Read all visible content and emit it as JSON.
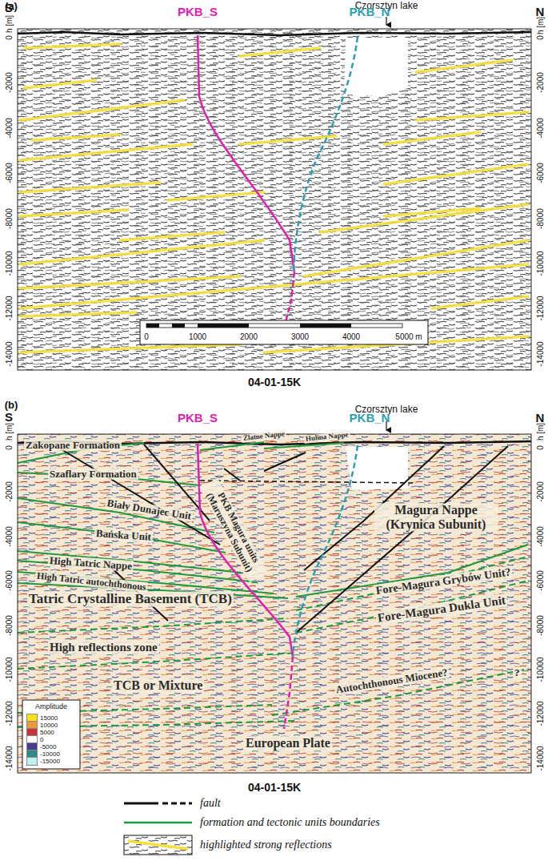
{
  "diagram": {
    "labels": [
      "(a)",
      "S",
      "PKB_S",
      "Czorsztyn lake",
      "PKB_N",
      "N",
      "h [m]",
      "h [m]",
      "0",
      "-2000",
      "-4000",
      "-6000",
      "-8000",
      "-10000",
      "-12000",
      "-14000",
      "0",
      "-2000",
      "-4000",
      "-6000",
      "-8000",
      "-10000",
      "-12000",
      "-14000",
      "0",
      "1000",
      "2000",
      "3000",
      "4000",
      "5000 m",
      "04-01-15K",
      "(b)",
      "S",
      "PKB_S",
      "Czorsztyn lake",
      "PKB_N",
      "N",
      "h [m]",
      "h [m]",
      "0",
      "-2000",
      "-4000",
      "-6000",
      "-8000",
      "-10000",
      "-12000",
      "-14000",
      "0",
      "-2000",
      "-4000",
      "-6000",
      "-8000",
      "-10000",
      "-12000",
      "-14000",
      "Zakopane Formation",
      "Szaflary Formation",
      "Zlatne Nappe",
      "Hulina Nappe",
      "Biały Dunajec Unit",
      "Bańska Unit",
      "High Tatric Nappe",
      "High Tatric autochthonous",
      "PKB Magura units (Maruszyna Subunit)",
      "Magura Nappe (Krynica Subunit)",
      "Tatric Crystalline Basement (TCB)",
      "Fore-Magura Grybów Unit?",
      "Fore-Magura Dukla Unit",
      "High reflections zone",
      "TCB or Mixture",
      "Autochthonous Miocene?",
      "?",
      "European Plate",
      "Amplitude",
      "04-01-15K"
    ],
    "legend": [
      {
        "text": "15000",
        "color": "#f7e11b"
      },
      {
        "text": "10000",
        "color": "#ee9a3a"
      },
      {
        "text": "5000",
        "color": "#c8323a"
      },
      {
        "text": "0",
        "color": "#ffffff"
      },
      {
        "text": "-5000",
        "color": "#4b3c8c"
      },
      {
        "text": "-10000",
        "color": "#2f8a8a"
      },
      {
        "text": "-15000",
        "color": "#bfeff0"
      },
      {
        "text": "fault"
      },
      {
        "text": "formation and tectonic units boundaries"
      },
      {
        "text": "highlighted strong reflections"
      }
    ]
  }
}
